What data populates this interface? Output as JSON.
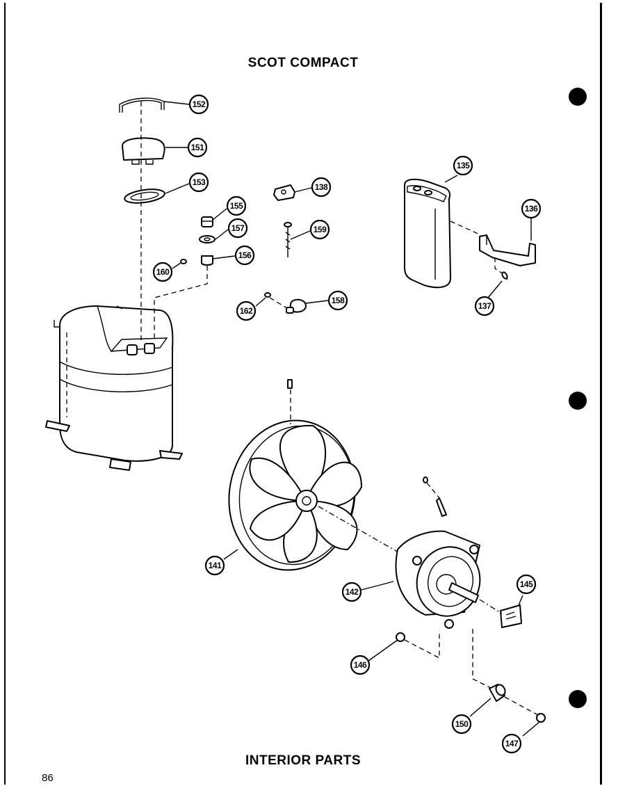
{
  "document": {
    "title": "SCOT COMPACT",
    "footer": "INTERIOR PARTS",
    "page_number": "86"
  },
  "callouts": {
    "c152": "152",
    "c151": "151",
    "c153": "153",
    "c155": "155",
    "c157": "157",
    "c156": "156",
    "c160": "160",
    "c138": "138",
    "c159": "159",
    "c158": "158",
    "c162": "162",
    "c135": "135",
    "c136": "136",
    "c137": "137",
    "c141": "141",
    "c142": "142",
    "c145": "145",
    "c146": "146",
    "c150": "150",
    "c147": "147"
  }
}
